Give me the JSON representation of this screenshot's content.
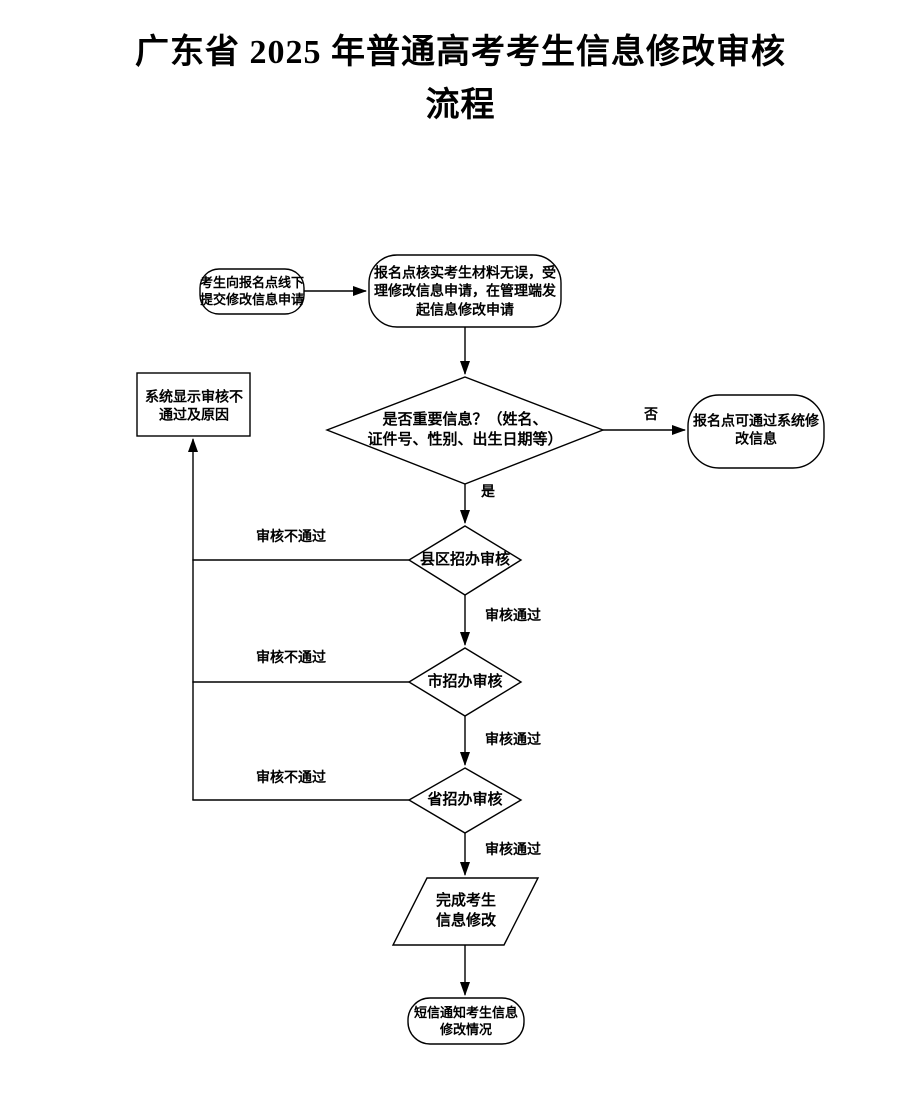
{
  "title": {
    "line1": "广东省 2025 年普通高考考生信息修改审核",
    "line2": "流程"
  },
  "colors": {
    "stroke": "#000000",
    "text": "#000000",
    "node_fill": "#ffffff",
    "background": "#ffffff"
  },
  "nodes": {
    "candidate_submit": {
      "label": "考生向报名点线下\n提交修改信息申请"
    },
    "site_verify": {
      "label": "报名点核实考生材料无误，受\n理修改信息申请，在管理端发\n起信息修改申请"
    },
    "important_decision": {
      "label": "是否重要信息？（姓名、\n证件号、性别、出生日期等）"
    },
    "system_modify": {
      "label": "报名点可通过系统修\n改信息"
    },
    "reject_display": {
      "label": "系统显示审核不\n通过及原因"
    },
    "county_review": {
      "label": "县区招办审核"
    },
    "city_review": {
      "label": "市招办审核"
    },
    "province_review": {
      "label": "省招办审核"
    },
    "complete": {
      "label": "完成考生\n信息修改"
    },
    "sms_notify": {
      "label": "短信通知考生信息\n修改情况"
    }
  },
  "edge_labels": {
    "no": "否",
    "yes": "是",
    "county_fail": "审核不通过",
    "city_fail": "审核不通过",
    "province_fail": "审核不通过",
    "county_pass": "审核通过",
    "city_pass": "审核通过",
    "province_pass": "审核通过"
  }
}
